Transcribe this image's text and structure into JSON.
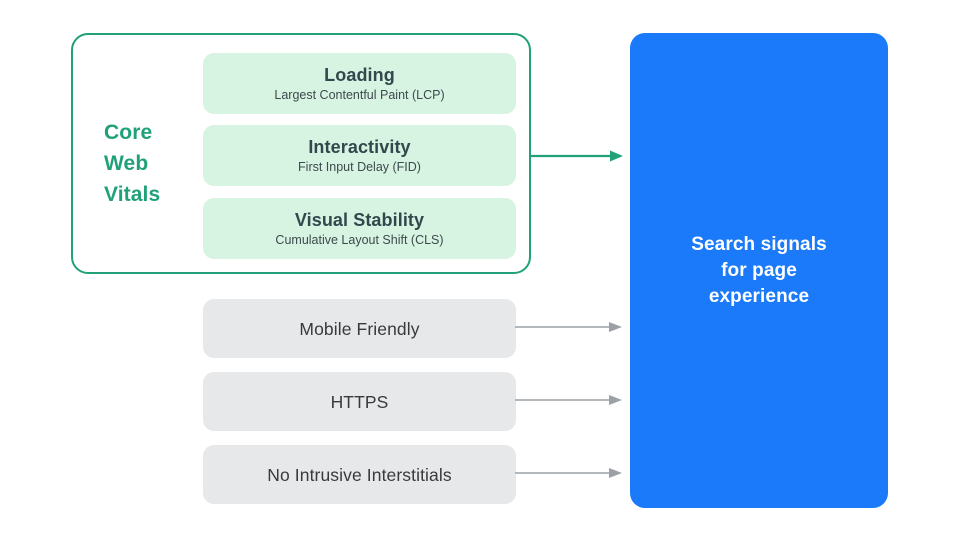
{
  "diagram": {
    "title": "Search signals for page experience",
    "colors": {
      "accent_green": "#21A179",
      "mint_card": "#D7F3E2",
      "gray_card": "#E7E8E9",
      "brand_blue": "#1A7AFA",
      "arrow_gray": "#9AA0A6",
      "text_dark": "#32484C",
      "text_white": "#FFFFFF"
    },
    "core_web_vitals": {
      "group_label_lines": [
        "Core",
        "Web",
        "Vitals"
      ],
      "group_label": "Core Web Vitals",
      "metrics": [
        {
          "title": "Loading",
          "subtitle": "Largest Contentful Paint (LCP)",
          "abbr": "LCP"
        },
        {
          "title": "Interactivity",
          "subtitle": "First Input Delay (FID)",
          "abbr": "FID"
        },
        {
          "title": "Visual Stability",
          "subtitle": "Cumulative Layout Shift (CLS)",
          "abbr": "CLS"
        }
      ]
    },
    "other_signals": [
      {
        "label": "Mobile Friendly"
      },
      {
        "label": "HTTPS"
      },
      {
        "label": "No Intrusive Interstitials"
      }
    ],
    "output": {
      "label": "Search signals\nfor page\nexperience"
    },
    "connectors": [
      {
        "from": "core-web-vitals-group",
        "to": "search-signals-panel",
        "color": "#21A179"
      },
      {
        "from": "mobile-friendly",
        "to": "search-signals-panel",
        "color": "#9AA0A6"
      },
      {
        "from": "https",
        "to": "search-signals-panel",
        "color": "#9AA0A6"
      },
      {
        "from": "no-intrusive-interstitials",
        "to": "search-signals-panel",
        "color": "#9AA0A6"
      }
    ]
  }
}
